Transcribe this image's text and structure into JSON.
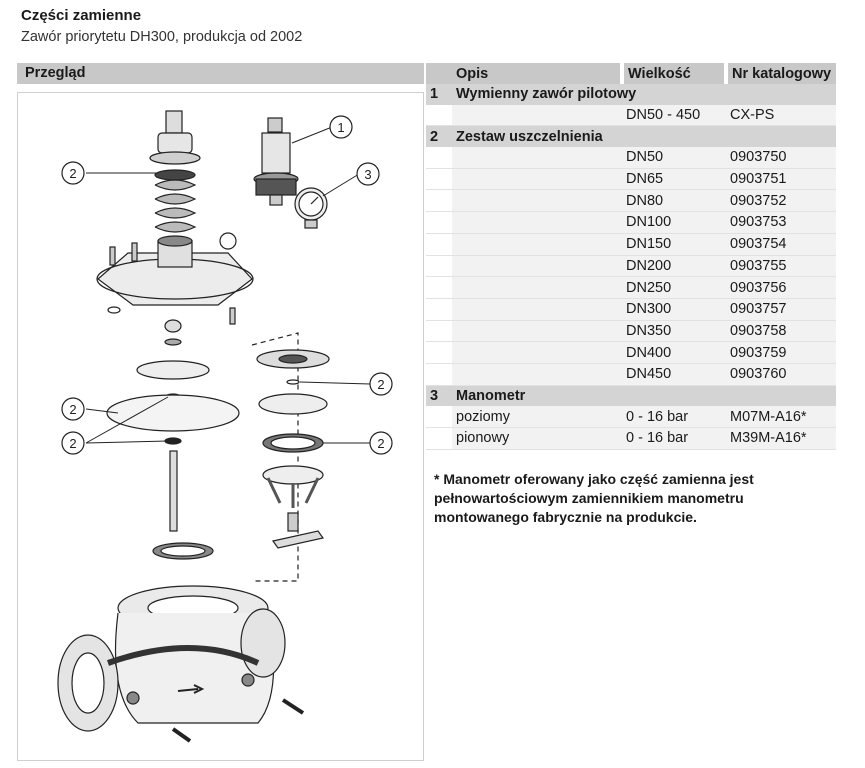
{
  "header": {
    "title": "Części zamienne",
    "subtitle": "Zawór priorytetu DH300, produkcja od 2002"
  },
  "overview": {
    "label": "Przegląd",
    "callouts": [
      "1",
      "2",
      "3"
    ]
  },
  "table": {
    "columns": [
      "Opis",
      "Wielkość",
      "Nr katalogowy"
    ],
    "sections": [
      {
        "num": "1",
        "title": "Wymienny zawór pilotowy",
        "rows": [
          {
            "desc": "",
            "size": "DN50 - 450",
            "cat": "CX-PS"
          }
        ]
      },
      {
        "num": "2",
        "title": "Zestaw uszczelnienia",
        "rows": [
          {
            "desc": "",
            "size": "DN50",
            "cat": "0903750"
          },
          {
            "desc": "",
            "size": "DN65",
            "cat": "0903751"
          },
          {
            "desc": "",
            "size": "DN80",
            "cat": "0903752"
          },
          {
            "desc": "",
            "size": "DN100",
            "cat": "0903753"
          },
          {
            "desc": "",
            "size": "DN150",
            "cat": "0903754"
          },
          {
            "desc": "",
            "size": "DN200",
            "cat": "0903755"
          },
          {
            "desc": "",
            "size": "DN250",
            "cat": "0903756"
          },
          {
            "desc": "",
            "size": "DN300",
            "cat": "0903757"
          },
          {
            "desc": "",
            "size": "DN350",
            "cat": "0903758"
          },
          {
            "desc": "",
            "size": "DN400",
            "cat": "0903759"
          },
          {
            "desc": "",
            "size": "DN450",
            "cat": "0903760"
          }
        ]
      },
      {
        "num": "3",
        "title": "Manometr",
        "rows": [
          {
            "desc": "poziomy",
            "size": "0 - 16 bar",
            "cat": "M07M-A16*"
          },
          {
            "desc": "pionowy",
            "size": "0 - 16 bar",
            "cat": "M39M-A16*"
          }
        ]
      }
    ]
  },
  "footnote": "* Manometr oferowany jako część zamienna jest pełnowartościowym zamiennikiem manometru montowanego fabrycznie na produkcie."
}
